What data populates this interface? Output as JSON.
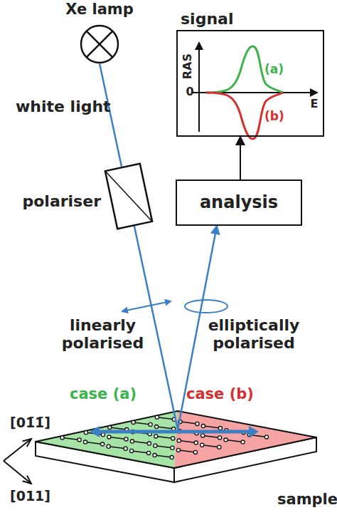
{
  "diagram": {
    "nodes": [
      {
        "text": [
          "Xe lamp"
        ]
      },
      {
        "text": [
          "signal"
        ]
      },
      {
        "text": [
          "polariser"
        ]
      },
      {
        "text": [
          "analysis"
        ]
      },
      {
        "text": [
          "sample"
        ]
      }
    ],
    "edges": [
      {
        "from": 0,
        "to": 2,
        "arrow": "none"
      },
      {
        "from": 2,
        "to": 4,
        "arrow": "none"
      },
      {
        "from": 4,
        "to": 3,
        "arrow": "to"
      },
      {
        "from": 3,
        "to": 1,
        "arrow": "to"
      }
    ],
    "labels": [
      "white light",
      "linearly polarised",
      "elliptically polarised",
      "case (a)",
      "case (b)",
      "[01̄1̄]",
      "[011]",
      "RAS",
      "0",
      "E",
      "(a)",
      "(b)"
    ]
  }
}
